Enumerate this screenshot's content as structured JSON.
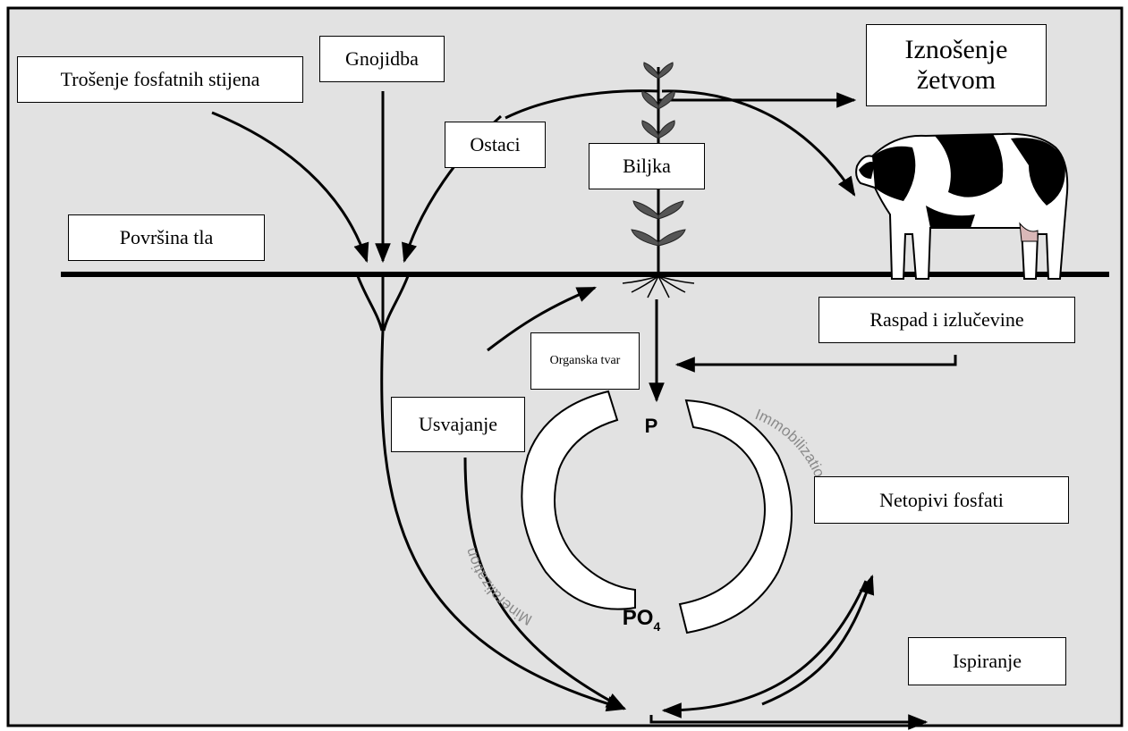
{
  "colors": {
    "background": "#e2e2e2",
    "ink": "#000000",
    "ring_fill": "#ffffff",
    "ring_text": "#8a8a8a",
    "plant": "#555555"
  },
  "icons": [
    "cow-icon",
    "plant-icon",
    "root-icon"
  ],
  "labels": {
    "weathering": "Trošenje fosfatnih stijena",
    "fertilization": "Gnojidba",
    "residues": "Ostaci",
    "plant": "Biljka",
    "crop_removal": "Iznošenje žetvom",
    "soil_surface": "Površina tla",
    "decay_excretion": "Raspad i izlučevine",
    "organic_matter": "Organska tvar",
    "uptake": "Usvajanje",
    "insoluble_phosphates": "Netopivi fosfati",
    "leaching": "Ispiranje"
  },
  "cycle": {
    "p_label": "P",
    "po4_label": "PO",
    "po4_subscript": "4",
    "mineralization": "Mineralization",
    "immobilization": "Immobilization"
  }
}
